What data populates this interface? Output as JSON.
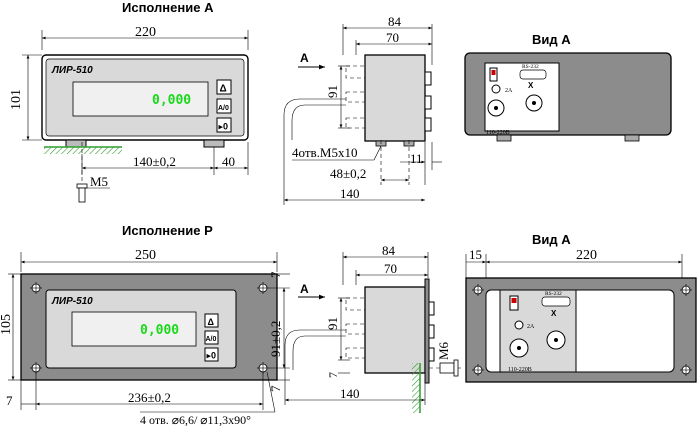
{
  "variant_a": {
    "heading": "Исполнение А",
    "device_label": "ЛИР-510",
    "display_value": "0,000",
    "button_1": "Δ",
    "button_2": "A/0",
    "button_3": "▸0",
    "dim_width": "220",
    "dim_height": "101",
    "dim_holes_spacing": "140±0,2",
    "dim_right": "40",
    "thread": "M5"
  },
  "variant_a_side": {
    "arrow_label": "А",
    "dim_84": "84",
    "dim_70": "70",
    "dim_91": "91",
    "holes_note": "4отв.M5x10",
    "dim_48": "48±0,2",
    "dim_11": "11",
    "dim_140": "140"
  },
  "variant_a_rear": {
    "heading": "Вид А",
    "port_label": "RS-232",
    "fuse_label": "2A",
    "power_label": "110-220В"
  },
  "variant_p": {
    "heading": "Исполнение Р",
    "device_label": "ЛИР-510",
    "display_value": "0,000",
    "button_1": "Δ",
    "button_2": "A/0",
    "button_3": "▸0",
    "dim_width": "250",
    "dim_height": "105",
    "dim_right_top": "7",
    "dim_91": "91±0,2",
    "dim_right_bottom": "7",
    "dim_left_bottom": "7",
    "dim_236": "236±0,2",
    "holes_note": "4 отв. ⌀6,6/ ⌀11,3x90°"
  },
  "variant_p_side": {
    "arrow_label": "А",
    "dim_84": "84",
    "dim_70": "70",
    "dim_91": "91",
    "dim_7": "7",
    "thread": "M6",
    "dim_140": "140"
  },
  "variant_p_rear": {
    "heading": "Вид А",
    "dim_15": "15",
    "dim_220": "220",
    "port_label": "RS-232",
    "fuse_label": "2A",
    "power_label": "110-220В"
  },
  "colors": {
    "display_digits": "#19d919",
    "panel": "#d9d9d9",
    "rear_panel": "#8c8c8c",
    "ground": "#2e9e2e"
  }
}
